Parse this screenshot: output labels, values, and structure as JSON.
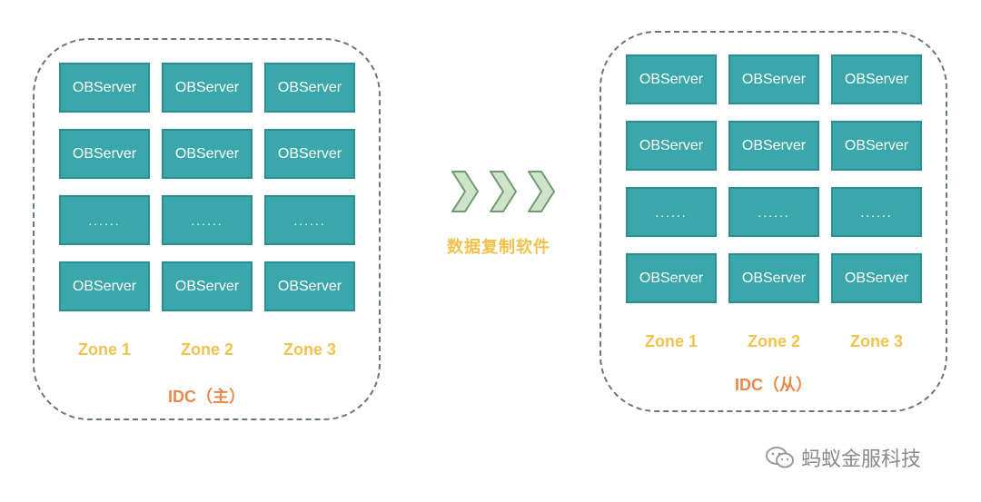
{
  "primary": {
    "rows": [
      [
        "OBServer",
        "OBServer",
        "OBServer"
      ],
      [
        "OBServer",
        "OBServer",
        "OBServer"
      ],
      [
        "......",
        "......",
        "......"
      ],
      [
        "OBServer",
        "OBServer",
        "OBServer"
      ]
    ],
    "zones": [
      "Zone 1",
      "Zone 2",
      "Zone 3"
    ],
    "label": "IDC（主）"
  },
  "secondary": {
    "rows": [
      [
        "OBServer",
        "OBServer",
        "OBServer"
      ],
      [
        "OBServer",
        "OBServer",
        "OBServer"
      ],
      [
        "......",
        "......",
        "......"
      ],
      [
        "OBServer",
        "OBServer",
        "OBServer"
      ]
    ],
    "zones": [
      "Zone 1",
      "Zone 2",
      "Zone 3"
    ],
    "label": "IDC（从）"
  },
  "replication": {
    "label": "数据复制软件"
  },
  "watermark": {
    "text": "蚂蚁金服科技"
  },
  "colors": {
    "server_fill": "#3aa7ab",
    "server_border": "#2c8d93",
    "zone_text": "#f2c14e",
    "idc_text": "#e8894a",
    "arrow_fill": "#cfe3c8",
    "arrow_stroke": "#6f9a72",
    "border": "#6b7388"
  }
}
